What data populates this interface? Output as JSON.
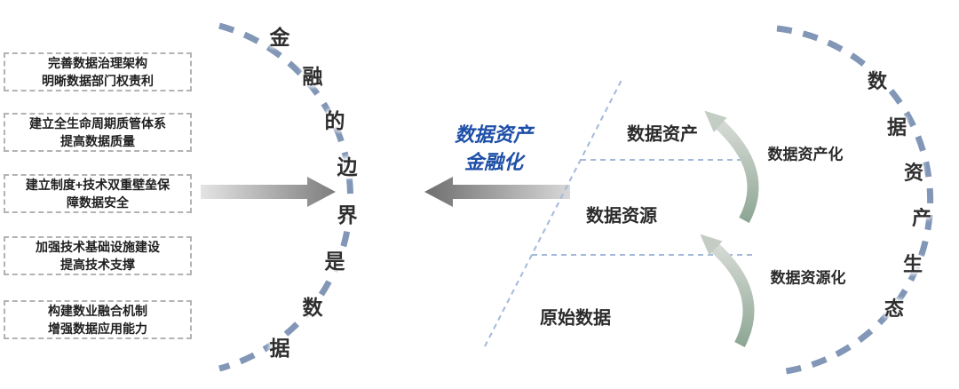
{
  "left_panel": {
    "boxes": [
      {
        "line1": "完善数据治理架构",
        "line2": "明晰数据部门权责利"
      },
      {
        "line1": "建立全生命周期质管体系",
        "line2": "提高数据质量"
      },
      {
        "line1": "建立制度+技术双重壁垒保",
        "line2": "障数据安全"
      },
      {
        "line1": "加强技术基础设施建设",
        "line2": "提高技术支撑"
      },
      {
        "line1": "构建数业融合机制",
        "line2": "增强数据应用能力"
      }
    ]
  },
  "left_arc": {
    "phrase": "金融的边界是数据",
    "chars": [
      "金",
      "融",
      "的",
      "边",
      "界",
      "是",
      "数",
      "据"
    ]
  },
  "center": {
    "label_line1": "数据资产",
    "label_line2": "金融化"
  },
  "pyramid": {
    "levels": [
      "数据资产",
      "数据资源",
      "原始数据"
    ]
  },
  "transforms": [
    "数据资产化",
    "数据资源化"
  ],
  "right_arc": {
    "phrase": "数据资产生态",
    "chars": [
      "数",
      "据",
      "资",
      "产",
      "生",
      "态"
    ]
  },
  "colors": {
    "arc_dash": "#8297b7",
    "pyramid_dash": "#a3b9da",
    "accent_blue": "#1e4fa8",
    "swoosh_green": "#8ea795",
    "arrow_gray_dark": "#7d7d7d",
    "arrow_gray_light": "#e4e4e4"
  }
}
